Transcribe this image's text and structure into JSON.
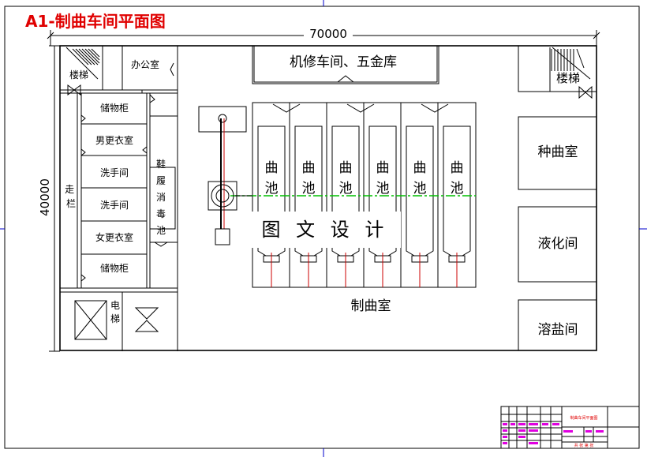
{
  "drawing": {
    "title": "A1-制曲车间平面图",
    "dim_width": "70000",
    "dim_height": "40000",
    "watermark": "图 文 设 计",
    "colors": {
      "title_red": "#e00000",
      "center_line_green": "#00c000",
      "pipe_red": "#cc0000",
      "titleblock_pink": "#e000e0",
      "blue_frame": "#0000cc"
    }
  },
  "rooms": {
    "stairs_left": "楼梯",
    "office": "办公室",
    "repair": "机修车间、五金库",
    "stairs_right": "楼梯",
    "storage_top": "储物柜",
    "male_locker": "男更衣室",
    "washroom_1": "洗手间",
    "washroom_2": "洗手间",
    "female_locker": "女更衣室",
    "storage_bottom": "储物柜",
    "corridor": "走栏",
    "shoe_pool": "鞋履消毒池",
    "elevator": "电梯",
    "main_hall": "制曲室",
    "seed_room": "种曲室",
    "liquefy_room": "液化间",
    "salt_room": "溶盐间"
  },
  "pools": [
    "曲池",
    "曲池",
    "曲池",
    "曲池",
    "曲池",
    "曲池"
  ],
  "titleblock": {
    "drawing_name": "制曲车间平面图",
    "footer": "共 张 第 张"
  }
}
